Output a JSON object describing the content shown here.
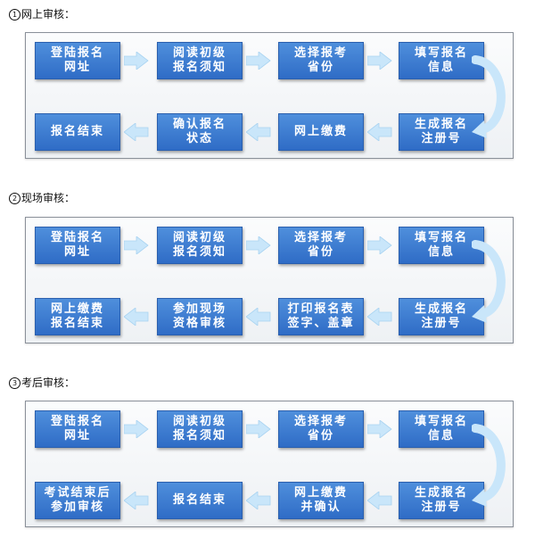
{
  "colors": {
    "box_fill": "#3a7bd5",
    "arrow": "#c9e6fa",
    "panel_border": "#8a9099"
  },
  "sections": [
    {
      "number": "1",
      "title": "网上审核：",
      "top_row": [
        "登陆报名\n网址",
        "阅读初级\n报名须知",
        "选择报考\n省份",
        "填写报名\n信息"
      ],
      "bottom_row": [
        "报名结束",
        "确认报名\n状态",
        "网上缴费",
        "生成报名\n注册号"
      ]
    },
    {
      "number": "2",
      "title": "现场审核：",
      "top_row": [
        "登陆报名\n网址",
        "阅读初级\n报名须知",
        "选择报考\n省份",
        "填写报名\n信息"
      ],
      "bottom_row": [
        "网上缴费\n报名结束",
        "参加现场\n资格审核",
        "打印报名表\n签字、盖章",
        "生成报名\n注册号"
      ]
    },
    {
      "number": "3",
      "title": "考后审核：",
      "top_row": [
        "登陆报名\n网址",
        "阅读初级\n报名须知",
        "选择报考\n省份",
        "填写报名\n信息"
      ],
      "bottom_row": [
        "考试结束后\n参加审核",
        "报名结束",
        "网上缴费\n并确认",
        "生成报名\n注册号"
      ]
    }
  ]
}
